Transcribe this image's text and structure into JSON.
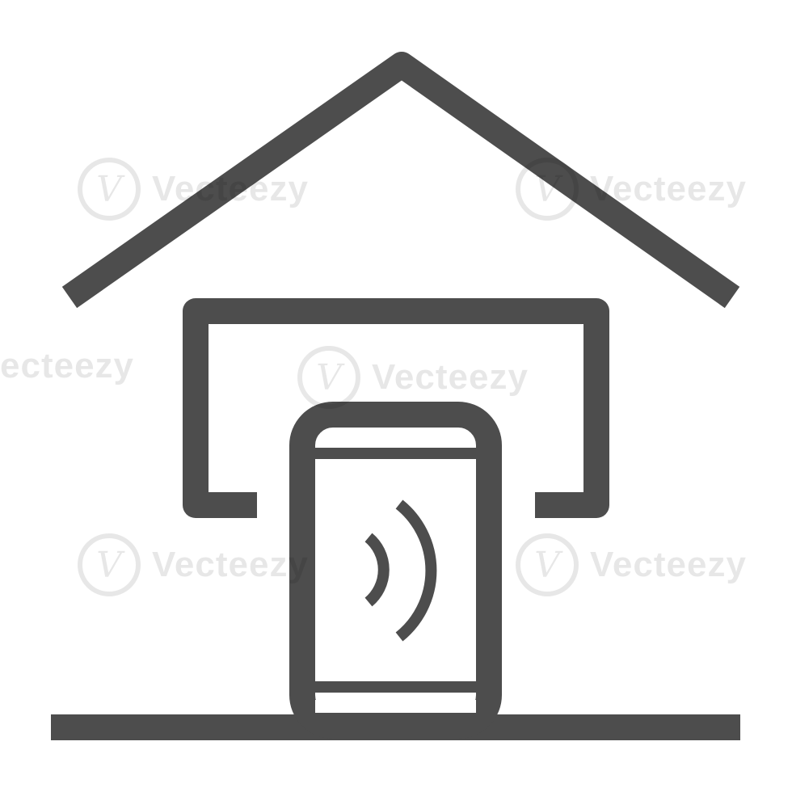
{
  "icon": {
    "name": "smart-home-phone-wireless",
    "stroke_color": "#4d4d4d",
    "background_color": "#ffffff"
  },
  "watermark": {
    "text": "Vecteezy",
    "text_partial_left": "ecteezy",
    "logo_glyph": "V"
  }
}
